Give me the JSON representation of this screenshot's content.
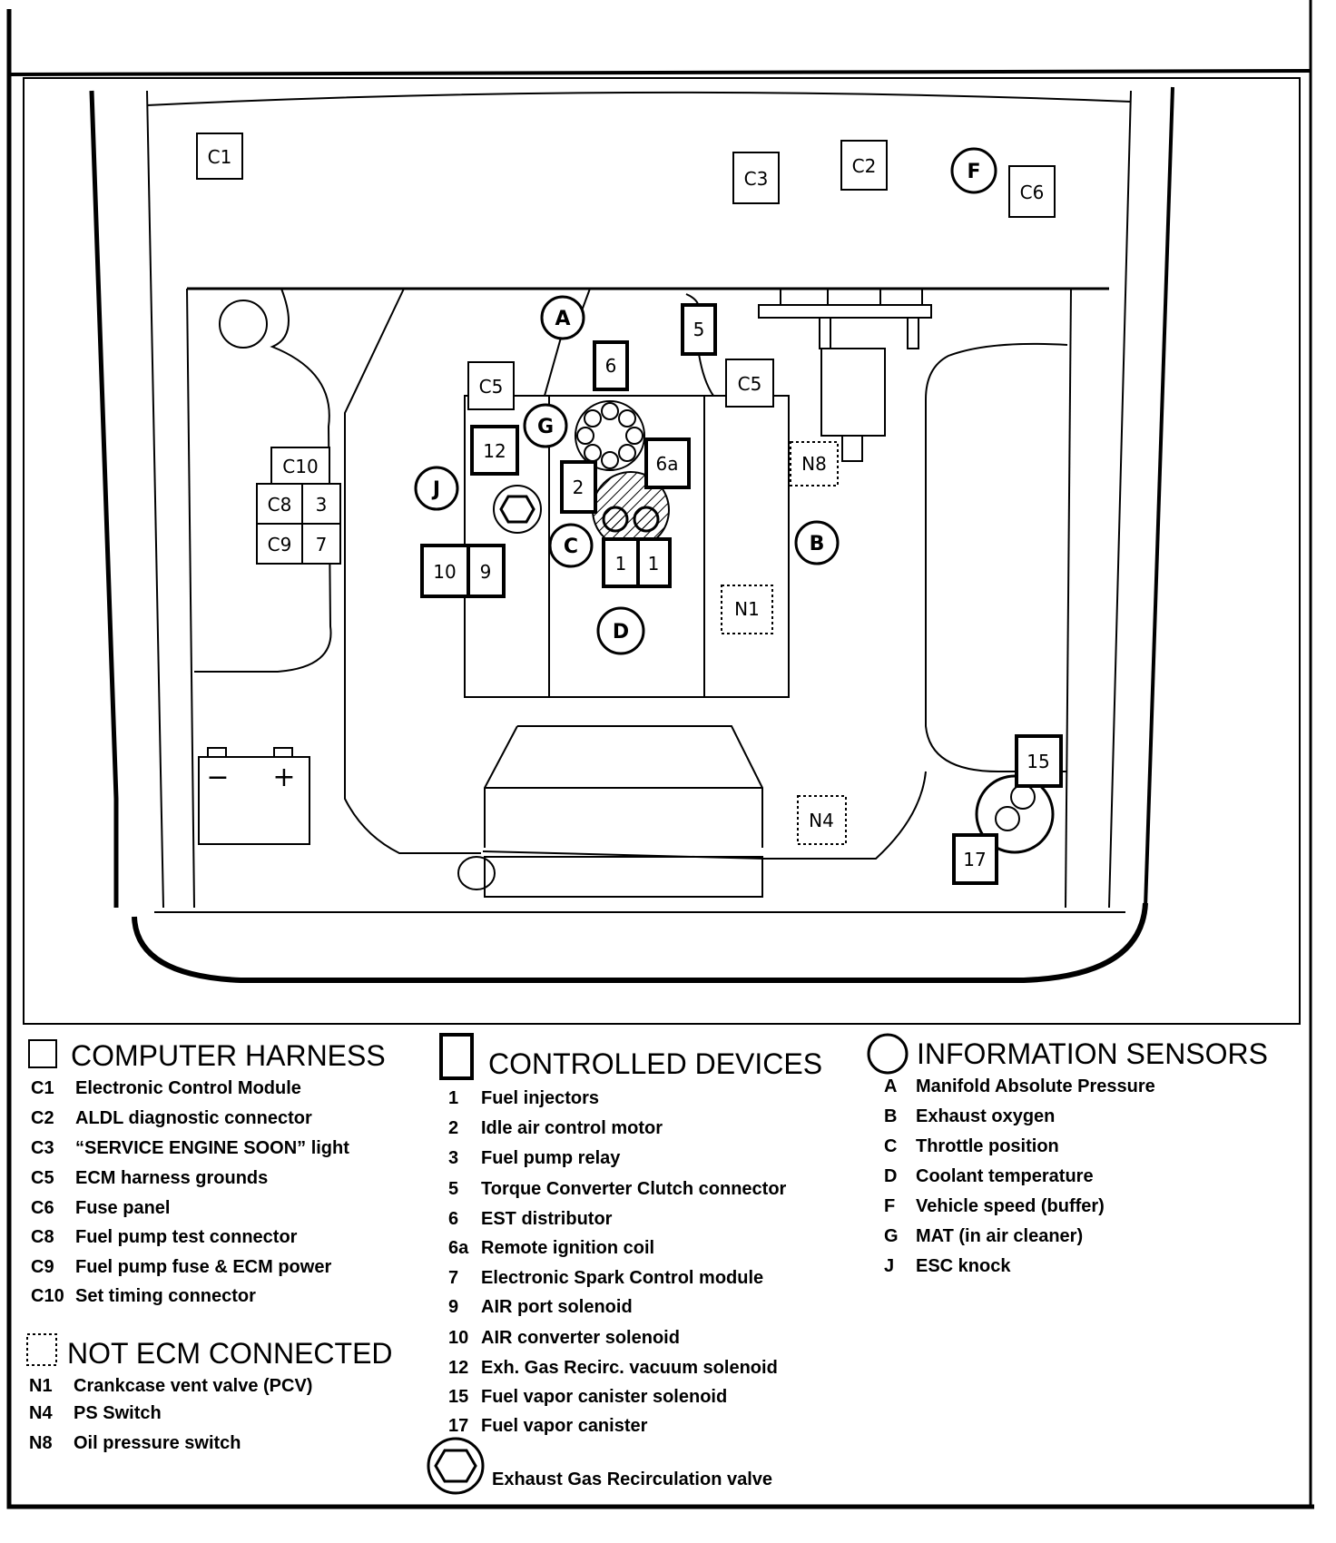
{
  "diagram": {
    "sq_labels": {
      "c1": "C1",
      "c2": "C2",
      "c3": "C3",
      "c6": "C6",
      "c5a": "C5",
      "c5b": "C5",
      "c10": "C10",
      "c8": "C8",
      "c9": "C9",
      "d3": "3",
      "d7": "7",
      "d5": "5",
      "d6": "6",
      "d12": "12",
      "d6a": "6a",
      "d2": "2",
      "d1a": "1",
      "d1b": "1",
      "d10": "10",
      "d9": "9",
      "d15": "15",
      "d17": "17",
      "n8": "N8",
      "n1": "N1",
      "n4": "N4"
    },
    "circle_labels": {
      "a": "A",
      "b": "B",
      "c": "C",
      "d": "D",
      "f": "F",
      "g": "G",
      "j": "J"
    },
    "battery": {
      "neg": "−",
      "pos": "+"
    }
  },
  "legend": {
    "computer_harness": {
      "title": "COMPUTER HARNESS",
      "items": [
        {
          "code": "C1",
          "desc": "Electronic Control Module"
        },
        {
          "code": "C2",
          "desc": "ALDL diagnostic connector"
        },
        {
          "code": "C3",
          "desc": "“SERVICE ENGINE SOON” light"
        },
        {
          "code": "C5",
          "desc": "ECM harness grounds"
        },
        {
          "code": "C6",
          "desc": "Fuse panel"
        },
        {
          "code": "C8",
          "desc": "Fuel pump test connector"
        },
        {
          "code": "C9",
          "desc": "Fuel pump fuse & ECM power"
        },
        {
          "code": "C10",
          "desc": "Set timing connector"
        }
      ]
    },
    "not_ecm": {
      "title": "NOT ECM CONNECTED",
      "items": [
        {
          "code": "N1",
          "desc": "Crankcase vent valve (PCV)"
        },
        {
          "code": "N4",
          "desc": "PS Switch"
        },
        {
          "code": "N8",
          "desc": "Oil pressure switch"
        }
      ]
    },
    "controlled_devices": {
      "title": "CONTROLLED DEVICES",
      "items": [
        {
          "code": "1",
          "desc": "Fuel injectors"
        },
        {
          "code": "2",
          "desc": "Idle air control motor"
        },
        {
          "code": "3",
          "desc": "Fuel pump relay"
        },
        {
          "code": "5",
          "desc": "Torque Converter Clutch connector"
        },
        {
          "code": "6",
          "desc": "EST distributor"
        },
        {
          "code": "6a",
          "desc": "Remote ignition coil"
        },
        {
          "code": "7",
          "desc": "Electronic Spark Control module"
        },
        {
          "code": "9",
          "desc": "AIR port solenoid"
        },
        {
          "code": "10",
          "desc": "AIR converter solenoid"
        },
        {
          "code": "12",
          "desc": "Exh. Gas Recirc. vacuum solenoid"
        },
        {
          "code": "15",
          "desc": "Fuel vapor canister solenoid"
        },
        {
          "code": "17",
          "desc": "Fuel vapor canister"
        }
      ],
      "egr": "Exhaust Gas Recirculation valve"
    },
    "information_sensors": {
      "title": "INFORMATION SENSORS",
      "items": [
        {
          "code": "A",
          "desc": "Manifold Absolute Pressure"
        },
        {
          "code": "B",
          "desc": "Exhaust oxygen"
        },
        {
          "code": "C",
          "desc": "Throttle position"
        },
        {
          "code": "D",
          "desc": "Coolant temperature"
        },
        {
          "code": "F",
          "desc": "Vehicle speed (buffer)"
        },
        {
          "code": "G",
          "desc": "MAT (in air cleaner)"
        },
        {
          "code": "J",
          "desc": "ESC knock"
        }
      ]
    }
  }
}
